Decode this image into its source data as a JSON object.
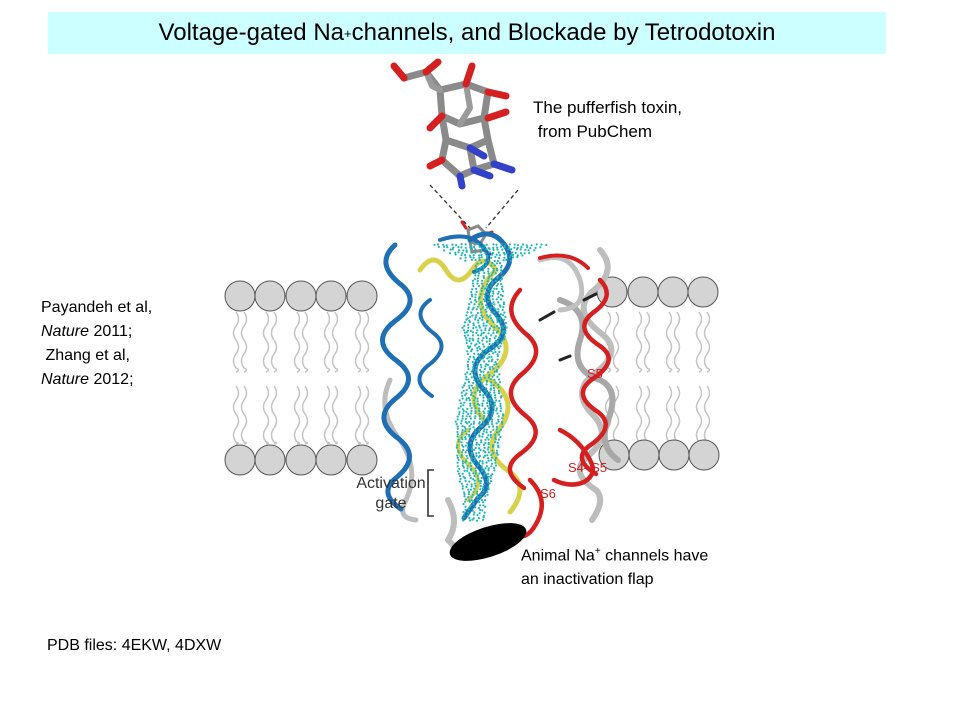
{
  "title": {
    "prefix": "Voltage-gated Na",
    "superscript": "+",
    "suffix": " channels, and Blockade by Tetrodotoxin"
  },
  "toxin_caption": {
    "line1": "The pufferfish toxin,",
    "line2": " from PubChem"
  },
  "references": {
    "line1": "Payandeh et al,",
    "journal1": "Nature",
    "year1": " 2011;",
    "line3": " Zhang et al,",
    "journal2": "Nature",
    "year2": " 2012;"
  },
  "inactivation_caption": {
    "prefix": "Animal Na",
    "superscript": "+",
    "suffix": " channels have",
    "line2": "an inactivation flap"
  },
  "pdb": "PDB files: 4EKW, 4DXW",
  "helix_labels": {
    "s5": "S5",
    "s4s5": "S4–S5",
    "s6": "S6"
  },
  "gate_label": {
    "line1": "Activation",
    "line2": "gate"
  },
  "colors": {
    "title_background": "#ccffff",
    "pore_helix_blue": "#1f6fb5",
    "helix_red": "#d02020",
    "helix_yellow": "#d8d24a",
    "helix_grey": "#b8b8b8",
    "pore_cyan": "#22b5b5",
    "lipid_head": "#d4d4d4"
  },
  "icons": {
    "molecule": "tetrodotoxin-molecule-icon",
    "flap": "inactivation-flap-icon"
  }
}
